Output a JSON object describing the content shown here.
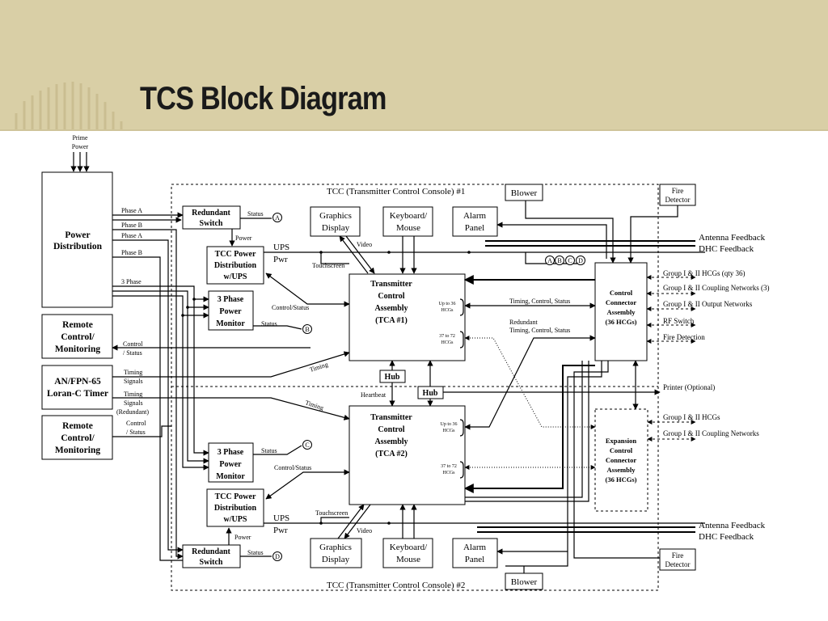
{
  "slide": {
    "title": "TCS Block Diagram"
  },
  "console1": "TCC (Transmitter Control Console) #1",
  "console2": "TCC (Transmitter Control Console) #2",
  "prime_power": [
    "Prime",
    "Power"
  ],
  "power_distribution": [
    "Power",
    "Distribution"
  ],
  "phase_labels": [
    "Phase A",
    "Phase B",
    "Phase A",
    "Phase B",
    "3 Phase"
  ],
  "remote_control": [
    "Remote",
    "Control/",
    "Monitoring"
  ],
  "loran": [
    "AN/FPN-65",
    "Loran-C Timer"
  ],
  "control_status": [
    "Control",
    "/ Status"
  ],
  "timing_signals": [
    "Timing",
    "Signals"
  ],
  "timing_signals_redundant": [
    "Timing",
    "Signals",
    "(Redundant)"
  ],
  "redundant_switch": [
    "Redundant",
    "Switch"
  ],
  "tcc_power_ups": [
    "TCC Power",
    "Distribution",
    "w/UPS"
  ],
  "three_phase_monitor": [
    "3 Phase",
    "Power",
    "Monitor"
  ],
  "ups_pwr": [
    "UPS",
    "Pwr"
  ],
  "labels": {
    "status": "Status",
    "power": "Power",
    "control_status": "Control/Status",
    "timing": "Timing",
    "touchscreen": "Touchscreen",
    "video": "Video",
    "heartbeat": "Heartbeat",
    "hub": "Hub",
    "up_to_36": [
      "Up to 36",
      "HCGs"
    ],
    "r37_72": [
      "37 to 72",
      "HCGs"
    ],
    "timing_control_status": "Timing, Control, Status",
    "redundant_tcs": [
      "Redundant",
      "Timing, Control, Status"
    ]
  },
  "graphics_display": [
    "Graphics",
    "Display"
  ],
  "keyboard_mouse": [
    "Keyboard/",
    "Mouse"
  ],
  "alarm_panel": [
    "Alarm",
    "Panel"
  ],
  "blower": "Blower",
  "fire_detector": [
    "Fire",
    "Detector"
  ],
  "tca1": [
    "Transmitter",
    "Control",
    "Assembly",
    "(TCA #1)"
  ],
  "tca2": [
    "Transmitter",
    "Control",
    "Assembly",
    "(TCA #2)"
  ],
  "cca": [
    "Control",
    "Connector",
    "Assembly",
    "(36 HCGs)"
  ],
  "ecca": [
    "Expansion",
    "Control",
    "Connector",
    "Assembly",
    "(36 HCGs)"
  ],
  "markers": [
    "A",
    "B",
    "C",
    "D"
  ],
  "right_labels_top": [
    "Antenna Feedback",
    "DHC Feedback"
  ],
  "right_labels_bottom": [
    "Antenna Feedback",
    "DHC Feedback"
  ],
  "cca_outputs": [
    "Group I & II HCGs (qty 36)",
    "Group I & II Coupling Networks (3)",
    "Group I & II Output Networks",
    "RF Switch",
    "Fire Detection"
  ],
  "printer": "Printer (Optional)",
  "ecca_outputs": [
    "Group I & II HCGs",
    "Group I & II Coupling Networks"
  ]
}
